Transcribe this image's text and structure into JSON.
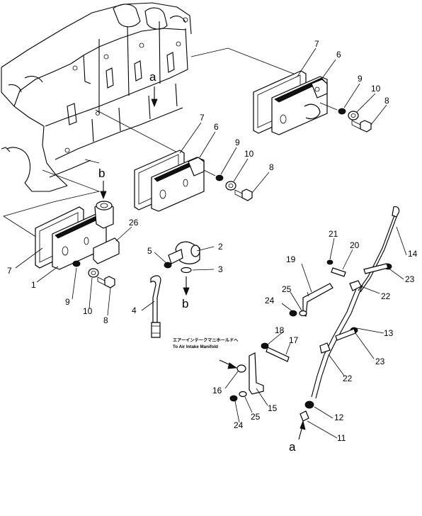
{
  "callouts": {
    "n1": "1",
    "n2": "2",
    "n3": "3",
    "n4": "4",
    "n5": "5",
    "n6a": "6",
    "n6b": "6",
    "n7a": "7",
    "n7b": "7",
    "n7c": "7",
    "n8a": "8",
    "n8b": "8",
    "n8c": "8",
    "n9a": "9",
    "n9b": "9",
    "n9c": "9",
    "n10a": "10",
    "n10b": "10",
    "n10c": "10",
    "n11": "11",
    "n12": "12",
    "n13": "13",
    "n14": "14",
    "n15": "15",
    "n16": "16",
    "n17": "17",
    "n18": "18",
    "n19": "19",
    "n20": "20",
    "n21": "21",
    "n22a": "22",
    "n22b": "22",
    "n23a": "23",
    "n23b": "23",
    "n24a": "24",
    "n24b": "24",
    "n25a": "25",
    "n25b": "25",
    "n26": "26"
  },
  "refs": {
    "a_top": "a",
    "b_top": "b",
    "b_mid": "b",
    "a_bottom": "a"
  },
  "note": {
    "jp": "エアーインテークマニホールドへ",
    "en": "To Air Intake Manifold"
  }
}
